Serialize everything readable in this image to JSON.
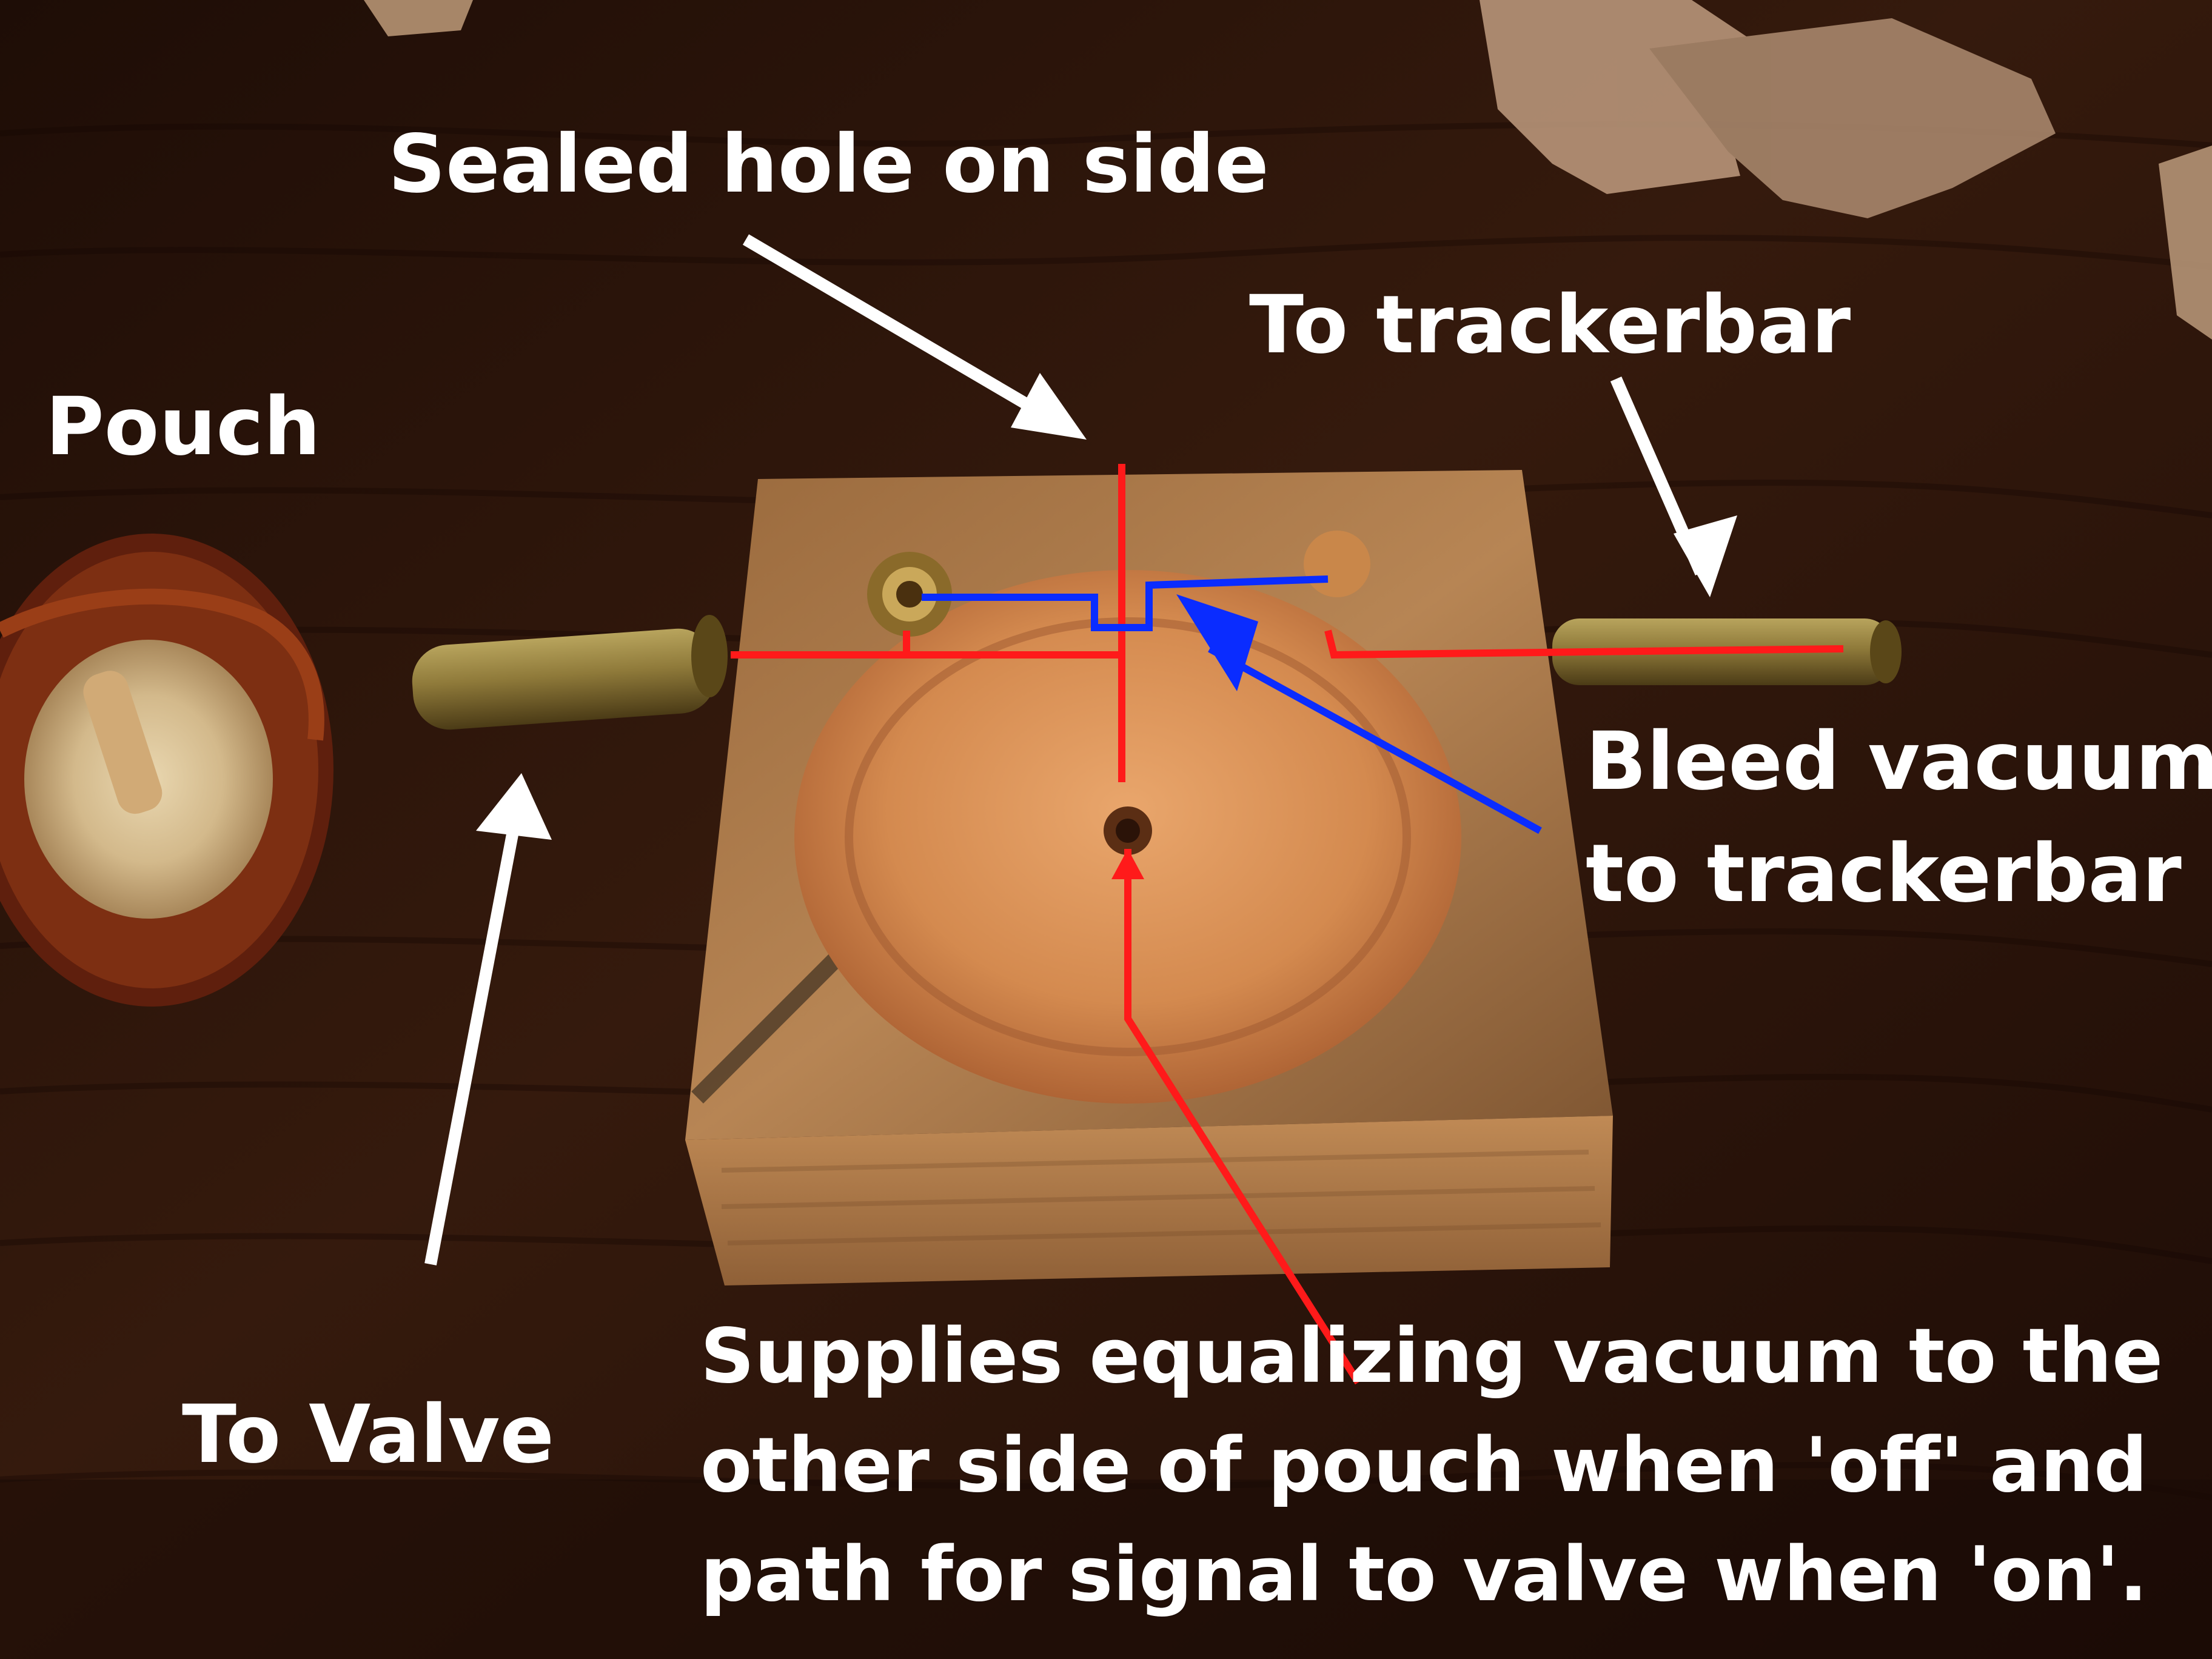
{
  "labels": {
    "sealed_hole": "Sealed hole on side",
    "to_trackerbar": "To trackerbar",
    "pouch": "Pouch",
    "bleed_line_1": "Bleed vacuum",
    "bleed_line_2": "to trackerbar",
    "to_valve": "To Valve",
    "supplies_line_1": "Supplies equalizing vacuum to the",
    "supplies_line_2": "other side of pouch when 'off' and",
    "supplies_line_3": "path for signal to valve when 'on'."
  },
  "colors": {
    "text": "#ffffff",
    "arrow_white": "#ffffff",
    "path_red": "#ff1a1a",
    "path_blue": "#0a2cff",
    "wood_table": "#2a140b",
    "block_wood": "#b07a45",
    "brass": "#8d7836"
  }
}
